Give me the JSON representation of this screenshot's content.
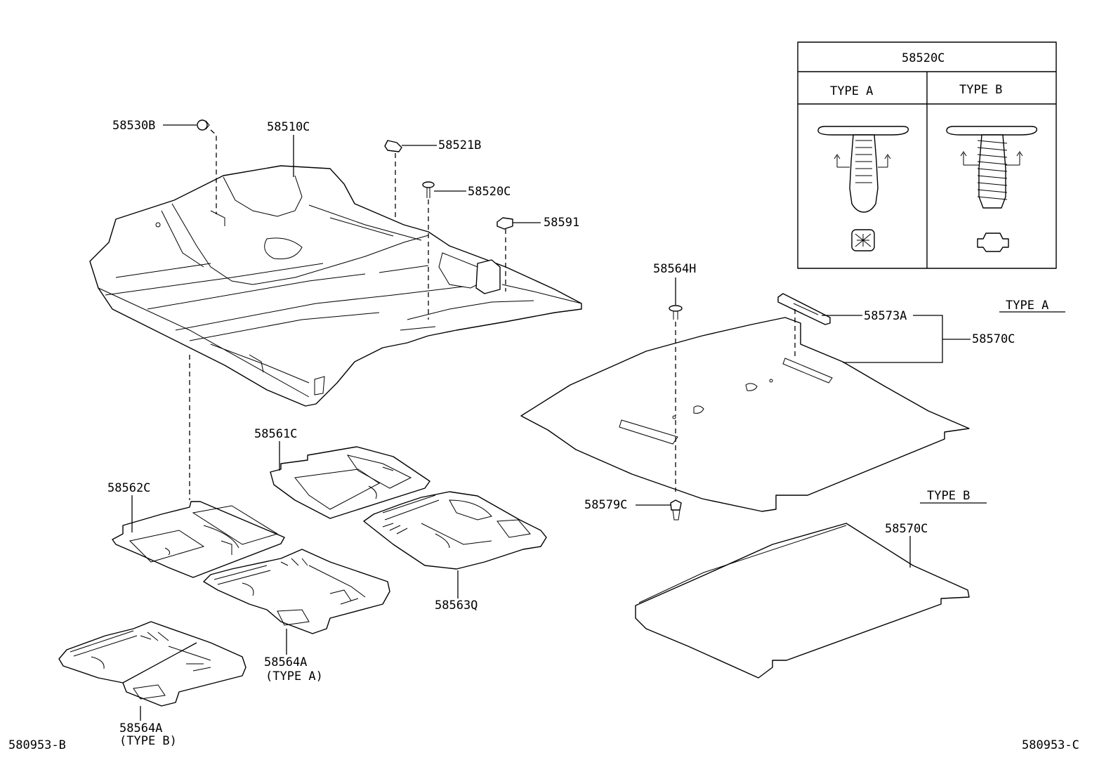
{
  "labels": {
    "p58530B": "58530B",
    "p58510C": "58510C",
    "p58521B": "58521B",
    "p58520C": "58520C",
    "p58591": "58591",
    "p58564H": "58564H",
    "p58573A": "58573A",
    "p58570C_a": "58570C",
    "typeA_title": "TYPE A",
    "typeB_title": "TYPE B",
    "p58570C_b": "58570C",
    "p58579C": "58579C",
    "p58561C": "58561C",
    "p58562C": "58562C",
    "p58563Q": "58563Q",
    "p58564A_a": "58564A",
    "p58564A_a_type": "(TYPE A)",
    "p58564A_b": "58564A",
    "p58564A_b_type": "(TYPE B)",
    "code_left": "580953-B",
    "code_right": "580953-C"
  },
  "inset": {
    "title": "58520C",
    "col_a": "TYPE A",
    "col_b": "TYPE B"
  }
}
